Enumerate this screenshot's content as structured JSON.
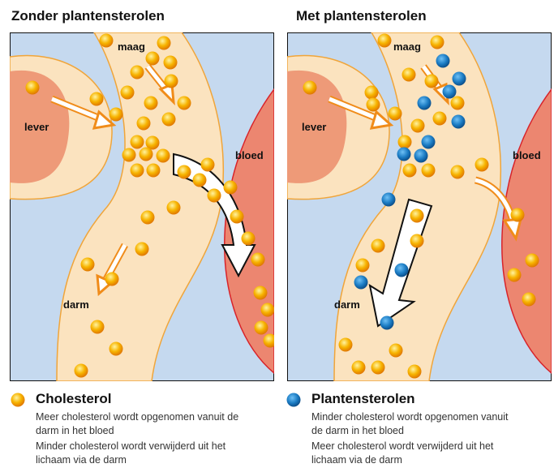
{
  "left": {
    "title": "Zonder plantensterolen",
    "labels": {
      "maag": "maag",
      "lever": "lever",
      "bloed": "bloed",
      "darm": "darm"
    }
  },
  "right": {
    "title": "Met plantensterolen",
    "labels": {
      "maag": "maag",
      "lever": "lever",
      "bloed": "bloed",
      "darm": "darm"
    }
  },
  "legend_left": {
    "title": "Cholesterol",
    "lines": [
      "Meer cholesterol wordt opgenomen vanuit de",
      "darm in het bloed",
      "Minder cholesterol wordt verwijderd uit het",
      "lichaam via de darm"
    ]
  },
  "legend_right": {
    "title": "Plantensterolen",
    "lines": [
      "Minder cholesterol wordt opgenomen vanuit",
      "de darm in het bloed",
      "Meer cholesterol wordt verwijderd uit het",
      "lichaam via de darm"
    ]
  },
  "colors": {
    "background": "#c5d9ef",
    "intestine": "#fbe3bf",
    "intestine_outline": "#f0a53a",
    "liver": "#ee9a78",
    "blood": "#ec8670",
    "blood_outline": "#d8232a",
    "cholesterol": "#f5a800",
    "sterol": "#1b7cc4",
    "arrow": "#f08c1a"
  }
}
